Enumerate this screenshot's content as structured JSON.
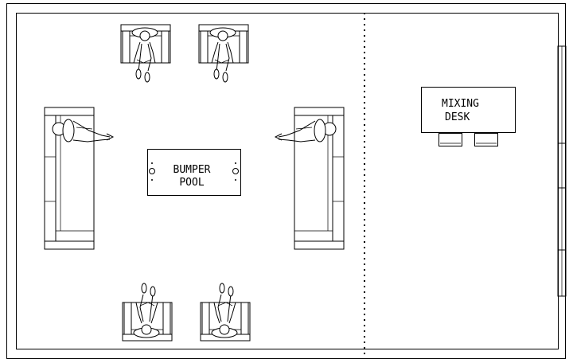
{
  "labels": {
    "bumper_pool_line1": "BUMPER",
    "bumper_pool_line2": "POOL",
    "mixing_desk_line1": "MIXING",
    "mixing_desk_line2": "DESK"
  }
}
